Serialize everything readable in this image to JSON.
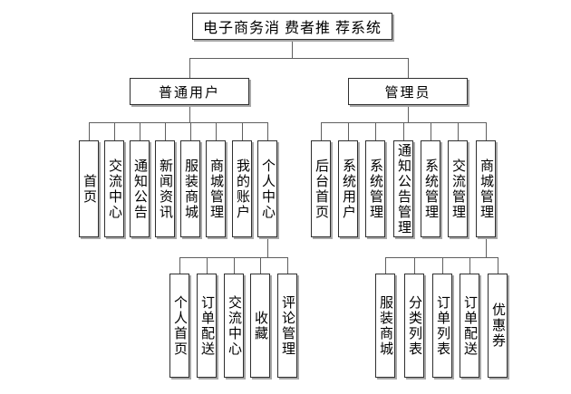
{
  "diagram": {
    "title": "电子商务消 费者推 荐系统",
    "branches": {
      "user": {
        "label": "普通用户"
      },
      "admin": {
        "label": "管理员"
      }
    },
    "user_children": [
      "首页",
      "交流中心",
      "通知公告",
      "新闻资讯",
      "服装商城",
      "商城管理",
      "我的账户",
      "个人中心"
    ],
    "admin_children": [
      "后台首页",
      "系统用户",
      "系统管理",
      "通知公告管理",
      "系统管理",
      "交流管理",
      "商城管理"
    ],
    "personal_center_children": [
      "个人首页",
      "订单配送",
      "交流中心",
      "收藏",
      "评论管理"
    ],
    "mall_manage_children": [
      "服装商城",
      "分类列表",
      "订单列表",
      "订单配送",
      "优惠券"
    ]
  },
  "colors": {
    "background": "#ffffff",
    "text": "#000000",
    "line": "#5f5f5f",
    "border": "#2f2f2f",
    "shadow": "#a8a8a8"
  }
}
